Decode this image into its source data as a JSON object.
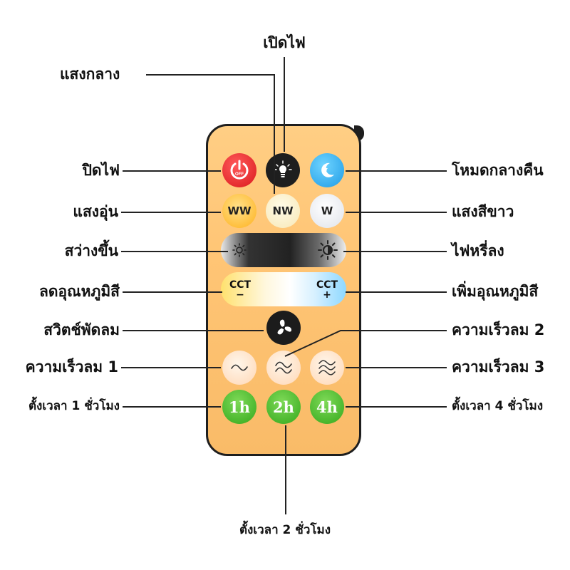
{
  "labels": {
    "power_on": "เปิดไฟ",
    "middle_light": "แสงกลาง",
    "power_off": "ปิดไฟ",
    "night_mode": "โหมดกลางคืน",
    "warm_light": "แสงอุ่น",
    "white_light": "แสงสีขาว",
    "brighter": "สว่างขึ้น",
    "dimmer": "ไฟหรี่ลง",
    "decrease_temp": "ลดอุณหภูมิสี",
    "increase_temp": "เพิ่มอุณหภูมิสี",
    "fan_switch": "สวิตช์พัดลม",
    "speed_1": "ความเร็วลม 1",
    "speed_2": "ความเร็วลม 2",
    "speed_3": "ความเร็วลม 3",
    "timer_1h": "ตั้งเวลา 1 ชั่วโมง",
    "timer_2h": "ตั้งเวลา 2 ชั่วโมง",
    "timer_4h": "ตั้งเวลา 4 ชั่วโมง"
  },
  "buttons": {
    "off_text": "OFF",
    "ww": "WW",
    "nw": "NW",
    "w": "W",
    "cct_minus_top": "CCT",
    "cct_minus_sign": "−",
    "cct_plus_top": "CCT",
    "cct_plus_sign": "+",
    "timer_1": "1h",
    "timer_2": "2h",
    "timer_4": "4h"
  },
  "colors": {
    "remote_body": "#ffc675",
    "off_button": "#e0201f",
    "night_button": "#1e9be6",
    "timer_button": "#3fb024"
  },
  "icons": [
    "power-icon",
    "bulb-icon",
    "moon-icon",
    "dim-sun-icon",
    "bright-sun-icon",
    "fan-icon",
    "wave-1-icon",
    "wave-2-icon",
    "wave-3-icon"
  ]
}
